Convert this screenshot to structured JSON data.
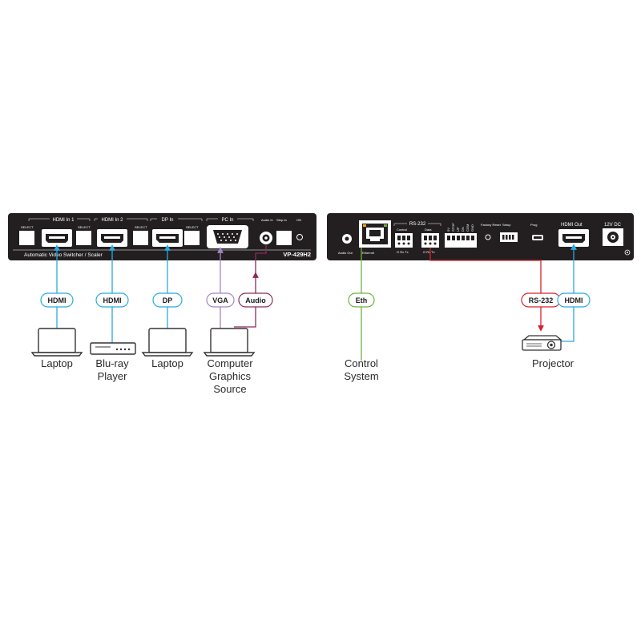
{
  "left_panel": {
    "select_labels": [
      "SELECT",
      "SELECT",
      "SELECT",
      "SELECT"
    ],
    "hdmi_in_1": "HDMI In 1",
    "hdmi_in_2": "HDMI In 2",
    "dp_in": "DP In",
    "pc_in": "PC In",
    "audio_in": "Audio In",
    "step_in": "Step-In",
    "on_label": "ON",
    "model_line": "Automatic Video Switcher / Scaler",
    "model": "VP-429H2"
  },
  "right_panel": {
    "audio_out": "Audio Out",
    "ethernet": "Ethernet",
    "rs232": "RS-232",
    "control": "Control",
    "data": "Data",
    "control_pins": "G Rx Tx",
    "data_pins": "G Rx Tx",
    "gpio_labels": [
      "5V",
      "STOP",
      "UP",
      "DN",
      "COM",
      "GND"
    ],
    "factory_reset": "Factory Reset",
    "setup": "Setup",
    "prog": "Prog",
    "hdmi_out": "HDMI Out",
    "power": "12V DC"
  },
  "tags": {
    "hdmi1": "HDMI",
    "hdmi2": "HDMI",
    "dp": "DP",
    "vga": "VGA",
    "audio": "Audio",
    "eth": "Eth",
    "rs232": "RS-232",
    "hdmi_out": "HDMI"
  },
  "devices": {
    "laptop1": [
      "Laptop"
    ],
    "bluray": [
      "Blu-ray",
      "Player"
    ],
    "laptop2": [
      "Laptop"
    ],
    "computer": [
      "Computer",
      "Graphics",
      "Source"
    ],
    "control": [
      "Control",
      "System"
    ],
    "projector": [
      "Projector"
    ]
  },
  "colors": {
    "panel": "#231f20",
    "hdmi": "#29a9e0",
    "vga": "#a484c8",
    "audio": "#8c2a5e",
    "eth": "#6cb33f",
    "rs232": "#d5232a"
  }
}
